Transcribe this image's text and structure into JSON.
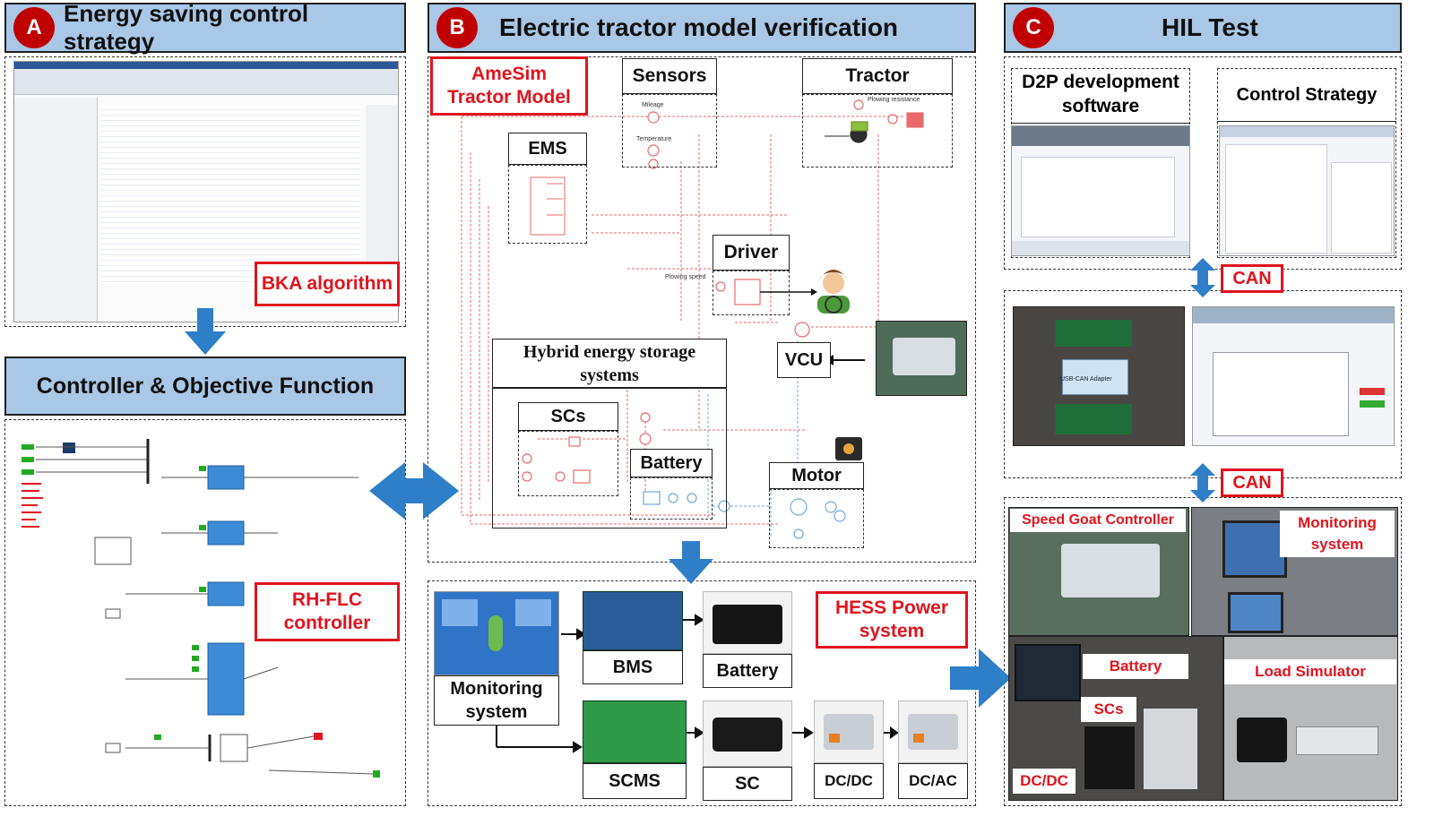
{
  "panel_a": {
    "badge": "A",
    "title": "Energy saving control strategy",
    "bka_label": "BKA algorithm",
    "controller_title": "Controller & Objective Function",
    "rhflc_label": "RH-FLC\ncontroller"
  },
  "panel_b": {
    "badge": "B",
    "title": "Electric tractor model verification",
    "amesim_label": "AmeSim\nTractor Model",
    "sensors": "Sensors",
    "tractor": "Tractor",
    "ems": "EMS",
    "driver": "Driver",
    "hess_title": "Hybrid energy storage\nsystems",
    "vcu": "VCU",
    "scs": "SCs",
    "battery": "Battery",
    "motor": "Motor",
    "small_mileage": "Mileage",
    "small_temperature": "Temperature",
    "small_plowing_resistance": "Plowing resistance",
    "small_plowing_speed": "Plowing speed",
    "hess_power_label": "HESS Power\nsystem",
    "monitoring_system": "Monitoring\nsystem",
    "bms": "BMS",
    "battery2": "Battery",
    "scms": "SCMS",
    "sc": "SC",
    "dcdc": "DC/DC",
    "dcac": "DC/AC"
  },
  "panel_c": {
    "badge": "C",
    "title": "HIL Test",
    "d2p": "D2P development\nsoftware",
    "control_strategy": "Control Strategy",
    "can1": "CAN",
    "can2": "CAN",
    "usb_can": "USB-CAN Adapter",
    "speed_goat": "Speed Goat Controller",
    "monitoring": "Monitoring\nsystem",
    "battery": "Battery",
    "load_simulator": "Load Simulator",
    "scs": "SCs",
    "dcdc": "DC/DC"
  },
  "colors": {
    "header_fill": "#a9c7e6",
    "badge_red": "#c00000",
    "label_red": "#e0141e",
    "arrow_blue": "#2e7fc8",
    "line_red": "#e86a6a",
    "line_blue": "#6fa8dc"
  }
}
